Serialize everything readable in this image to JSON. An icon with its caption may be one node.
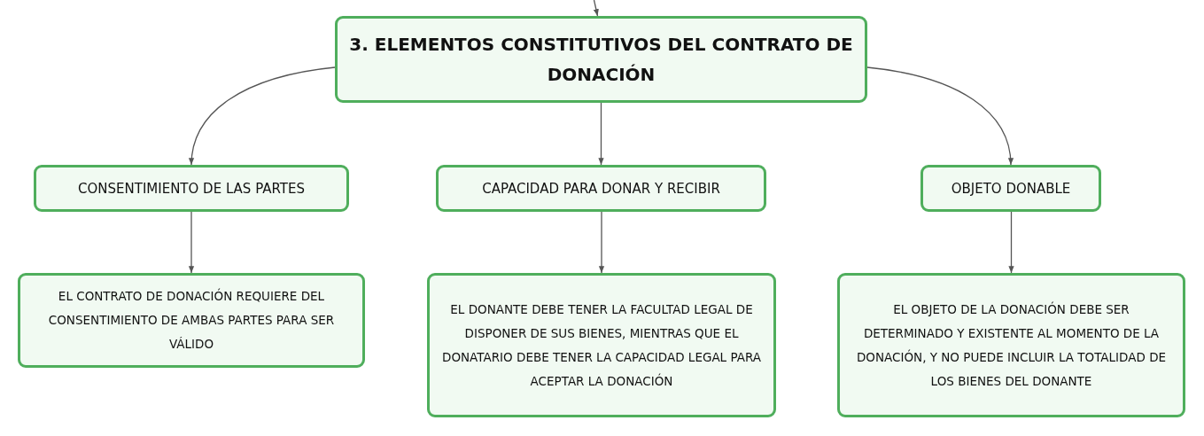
{
  "diagram": {
    "nodes": [
      {
        "text": [
          "3. ELEMENTOS CONSTITUTIVOS DEL CONTRATO DE DONACIÓN"
        ]
      },
      {
        "text": [
          "CONSENTIMIENTO DE LAS PARTES"
        ]
      },
      {
        "text": [
          "CAPACIDAD PARA DONAR Y RECIBIR"
        ]
      },
      {
        "text": [
          "OBJETO DONABLE"
        ]
      },
      {
        "text": [
          "EL CONTRATO DE DONACIÓN REQUIERE DEL CONSENTIMIENTO DE AMBAS PARTES PARA SER VÁLIDO"
        ]
      },
      {
        "text": [
          "EL DONANTE DEBE TENER LA FACULTAD LEGAL DE DISPONER DE SUS BIENES, MIENTRAS QUE EL DONATARIO DEBE TENER LA CAPACIDAD LEGAL PARA ACEPTAR LA DONACIÓN"
        ]
      },
      {
        "text": [
          "EL OBJETO DE LA DONACIÓN DEBE SER DETERMINADO Y EXISTENTE AL MOMENTO DE LA DONACIÓN, Y NO PUEDE INCLUIR LA TOTALIDAD DE LOS BIENES DEL DONANTE"
        ]
      }
    ],
    "edges": [
      {
        "from": null,
        "to": 0,
        "arrow": "to"
      },
      {
        "from": 0,
        "to": 1,
        "arrow": "to"
      },
      {
        "from": 0,
        "to": 2,
        "arrow": "to"
      },
      {
        "from": 0,
        "to": 3,
        "arrow": "to"
      },
      {
        "from": 1,
        "to": 4,
        "arrow": "to"
      },
      {
        "from": 2,
        "to": 5,
        "arrow": "to"
      },
      {
        "from": 3,
        "to": 6,
        "arrow": "to"
      }
    ]
  }
}
